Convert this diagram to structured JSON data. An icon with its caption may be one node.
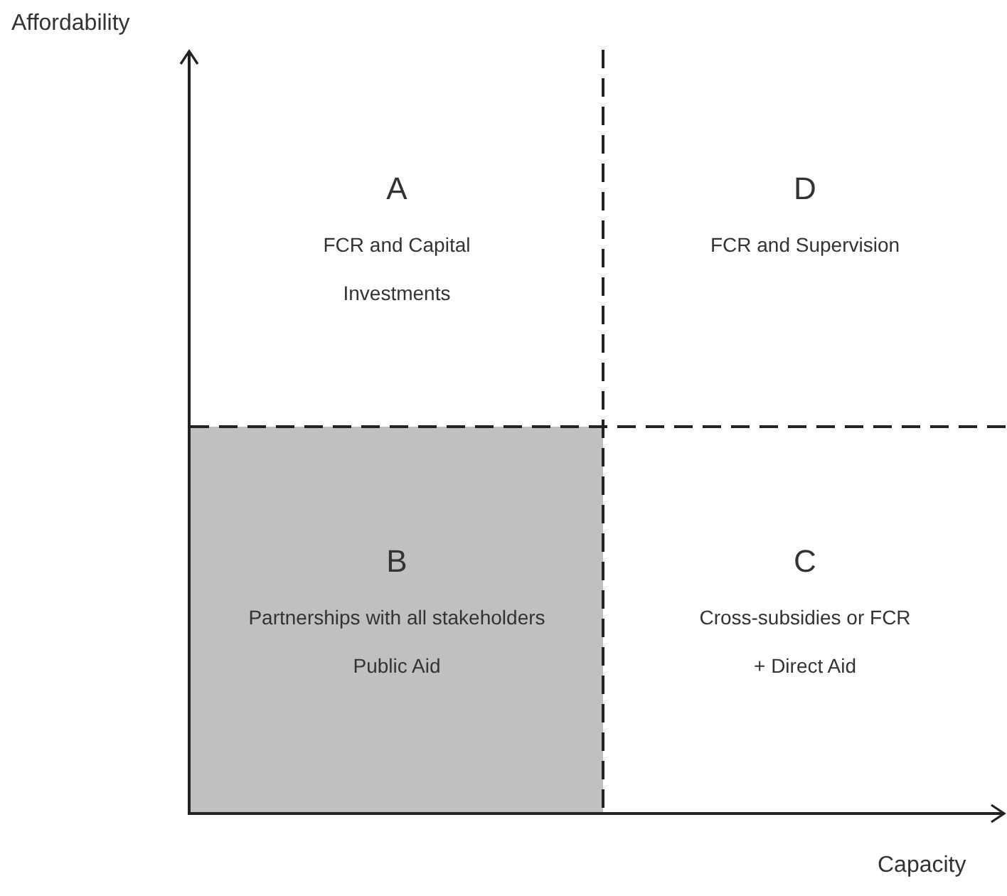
{
  "diagram": {
    "nodes": [
      {
        "text": [
          "A",
          "FCR and Capital Investments"
        ]
      },
      {
        "text": [
          "D",
          "FCR and Supervision"
        ]
      },
      {
        "text": [
          "B",
          "Partnerships with all stakeholders",
          "Public Aid"
        ]
      },
      {
        "text": [
          "C",
          "Cross-subsidies or FCR + Direct Aid"
        ]
      }
    ],
    "edges": [],
    "labels": [
      "Affordability",
      "Capacity"
    ]
  }
}
